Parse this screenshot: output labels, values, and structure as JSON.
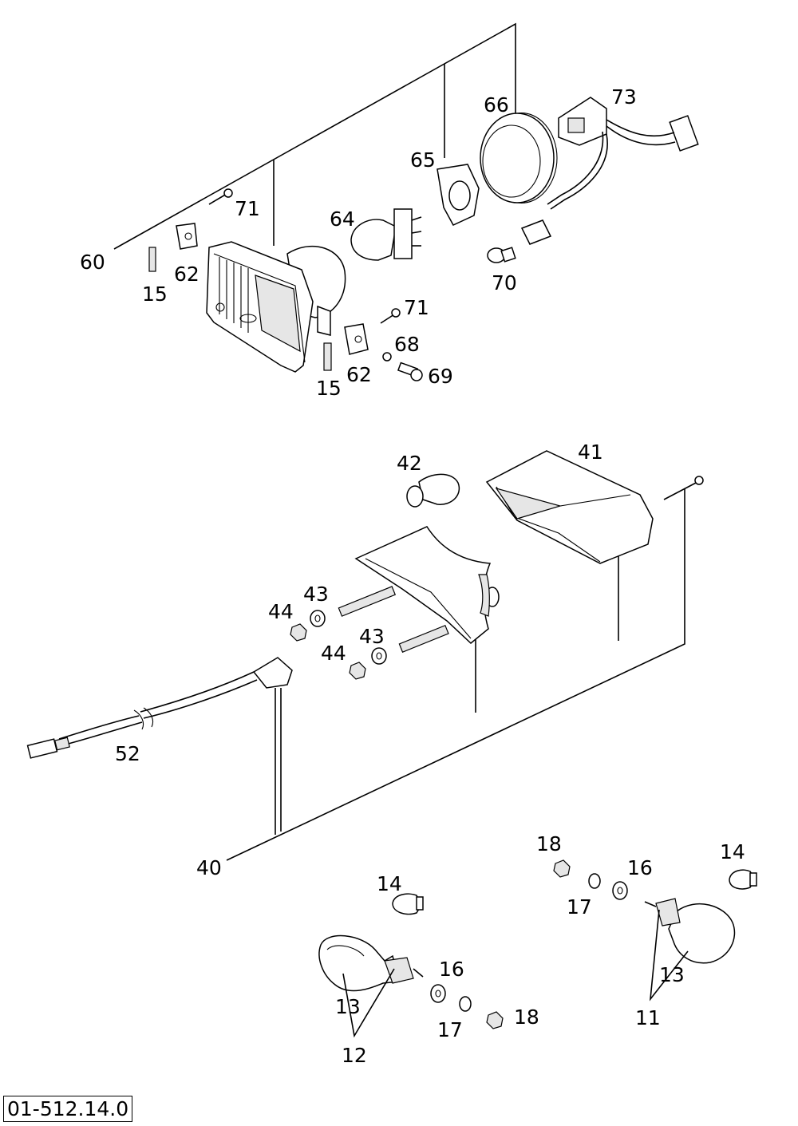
{
  "reference_code": "01-512.14.0",
  "labels": {
    "l60": "60",
    "l62a": "62",
    "l15a": "15",
    "l71a": "71",
    "l64": "64",
    "l65": "65",
    "l66": "66",
    "l73": "73",
    "l70": "70",
    "l71b": "71",
    "l68": "68",
    "l69": "69",
    "l62b": "62",
    "l15b": "15",
    "l42": "42",
    "l41": "41",
    "l44a": "44",
    "l43a": "43",
    "l43b": "43",
    "l44b": "44",
    "l52": "52",
    "l40": "40",
    "l18a": "18",
    "l16a": "16",
    "l17a": "17",
    "l14a": "14",
    "l14b": "14",
    "l13a": "13",
    "l11": "11",
    "l16b": "16",
    "l17b": "17",
    "l18b": "18",
    "l13b": "13",
    "l12": "12"
  }
}
